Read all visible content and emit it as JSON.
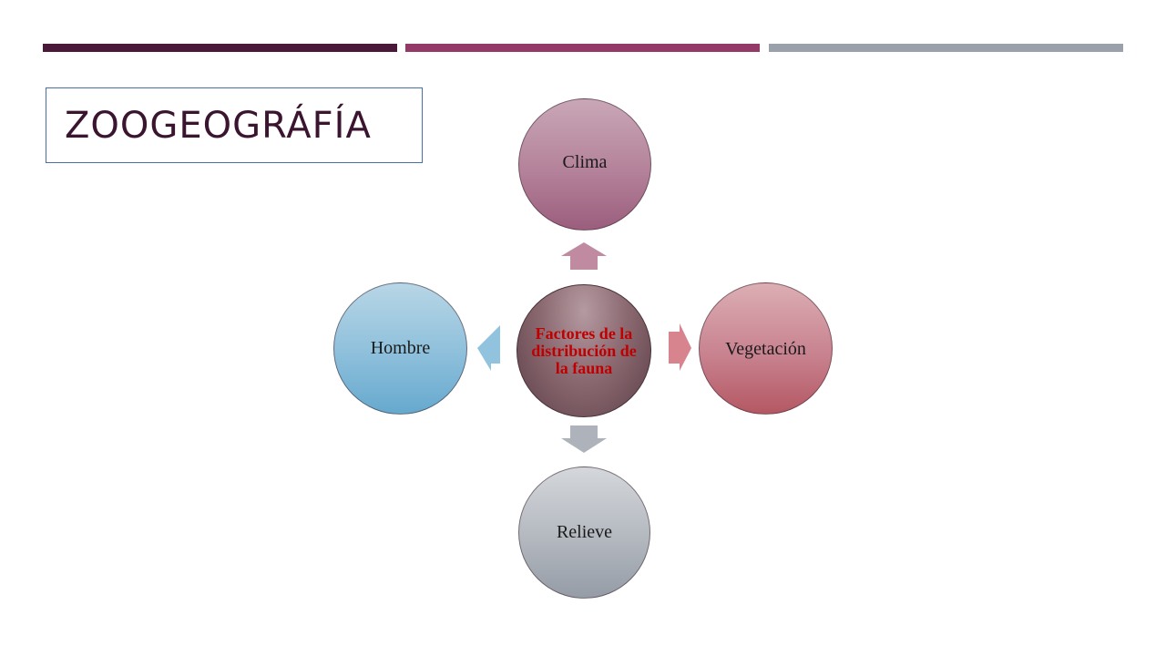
{
  "slide": {
    "title": "ZOOGEOGRÁFÍA",
    "title_color": "#3b1530",
    "title_border_color": "#4a6fa5",
    "accent_bars": [
      {
        "color": "#4a1838"
      },
      {
        "color": "#943a68"
      },
      {
        "color": "#9aa1aa"
      }
    ]
  },
  "diagram": {
    "center": {
      "label": "Factores de la distribución de la fauna",
      "text_color": "#c00000"
    },
    "nodes": [
      {
        "id": "top",
        "label": "Clima",
        "color": "#a8698a",
        "arrow_color": "#c08aa0"
      },
      {
        "id": "right",
        "label": "Vegetación",
        "color": "#c0707c",
        "arrow_color": "#d8848f"
      },
      {
        "id": "bottom",
        "label": "Relieve",
        "color": "#a3a9b1",
        "arrow_color": "#aeb3bb"
      },
      {
        "id": "left",
        "label": "Hombre",
        "color": "#7db5d6",
        "arrow_color": "#91c3df"
      }
    ]
  }
}
